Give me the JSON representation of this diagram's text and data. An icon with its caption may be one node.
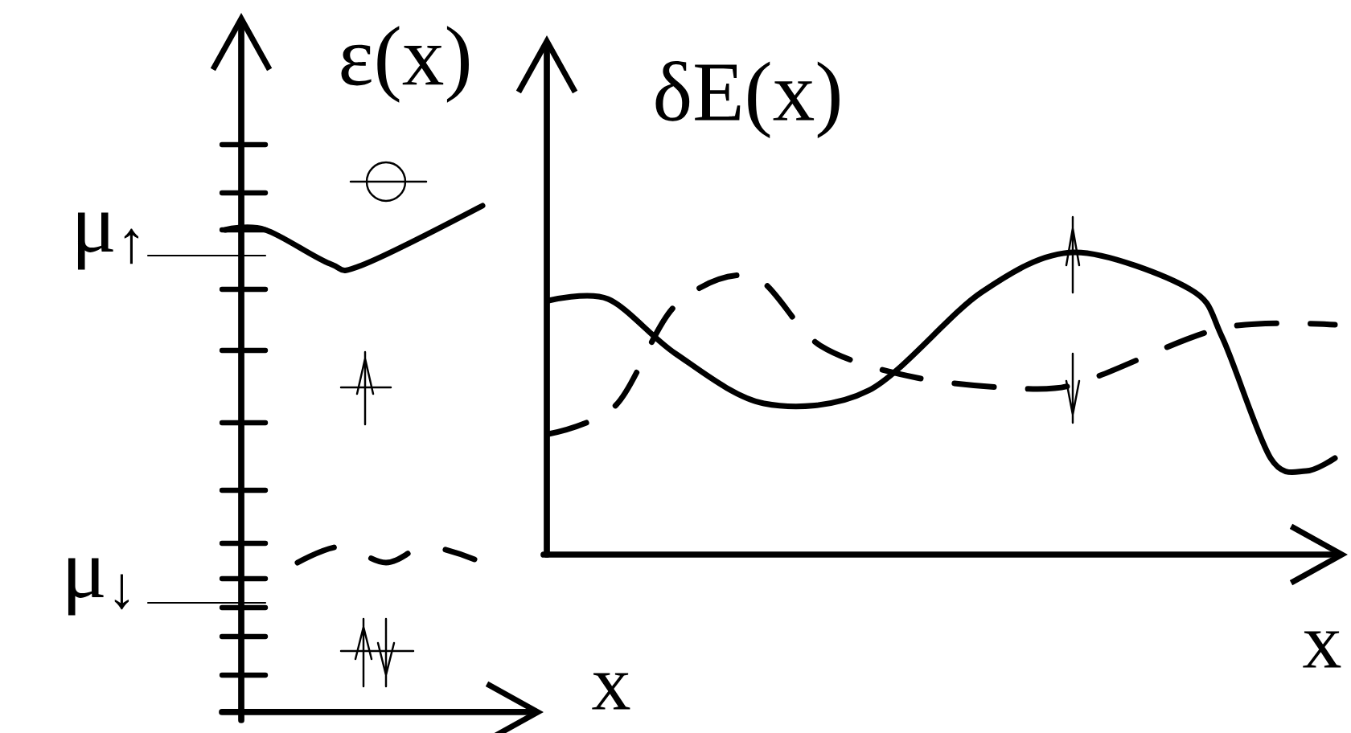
{
  "diagram": {
    "labels": [
      "ε(x)",
      "δE(x)",
      "μ$_{↑}$",
      "μ$_{↓}$",
      "x",
      "x"
    ]
  }
}
